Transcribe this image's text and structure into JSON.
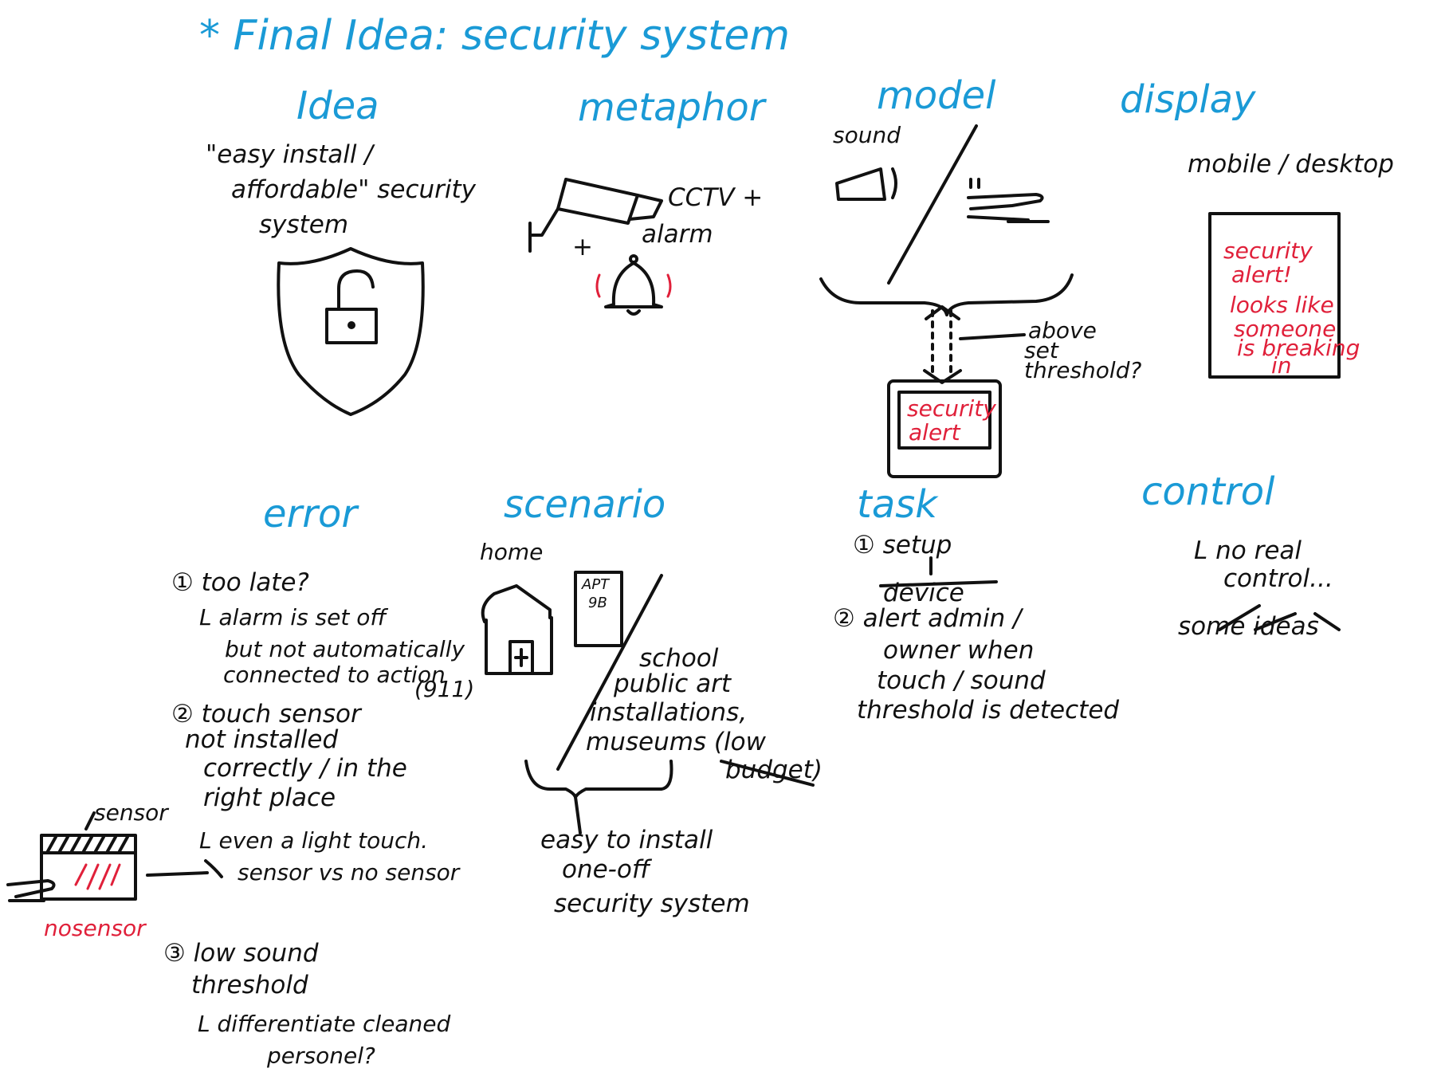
{
  "title": "* Final Idea: security system",
  "sections": {
    "idea": {
      "heading": "Idea",
      "lines": [
        "\"easy install /",
        "affordable\" security",
        "system"
      ]
    },
    "metaphor": {
      "heading": "metaphor",
      "cctv": "CCTV +",
      "alarm": "alarm",
      "plus": "+"
    },
    "model": {
      "heading": "model",
      "sound": "sound",
      "threshold_lines": [
        "above",
        "set",
        "threshold?"
      ],
      "screen_alert_lines": [
        "security",
        "alert"
      ]
    },
    "display": {
      "heading": "display",
      "subtitle": "mobile / desktop",
      "alert_lines": [
        "security",
        "alert!",
        "looks like",
        "someone",
        "is breaking",
        "in"
      ]
    },
    "error": {
      "heading": "error",
      "item1_title": "① too late?",
      "item1_detail": [
        "L alarm is set off",
        "but not automatically",
        "connected to action",
        "(911)"
      ],
      "item2_title": "② touch sensor",
      "item2_detail": [
        "not installed",
        "correctly / in the",
        "right place"
      ],
      "item2_sub": [
        "L even a light touch.",
        "sensor vs no sensor"
      ],
      "sensor_label": "sensor",
      "nosensor_label": "nosensor",
      "item3_title": "③ low sound",
      "item3_detail": [
        "threshold"
      ],
      "item3_sub": [
        "L differentiate cleaned",
        "personel?"
      ]
    },
    "scenario": {
      "heading": "scenario",
      "home": "home",
      "apt": [
        "APT",
        "9B"
      ],
      "places": [
        "school",
        "public art",
        "installations,",
        "museums (low",
        "budget)"
      ],
      "bottom": [
        "easy to install",
        "one-off",
        "security system"
      ]
    },
    "task": {
      "heading": "task",
      "step1": "① setup",
      "step1b": "device",
      "step2": [
        "② alert admin /",
        "owner when",
        "touch / sound",
        "threshold is detected"
      ]
    },
    "control": {
      "heading": "control",
      "lines": [
        "L no real",
        "control...",
        "some ideas"
      ]
    }
  },
  "colors": {
    "heading": "#1a9ad6",
    "alert": "#e0203a",
    "ink": "#111111"
  }
}
